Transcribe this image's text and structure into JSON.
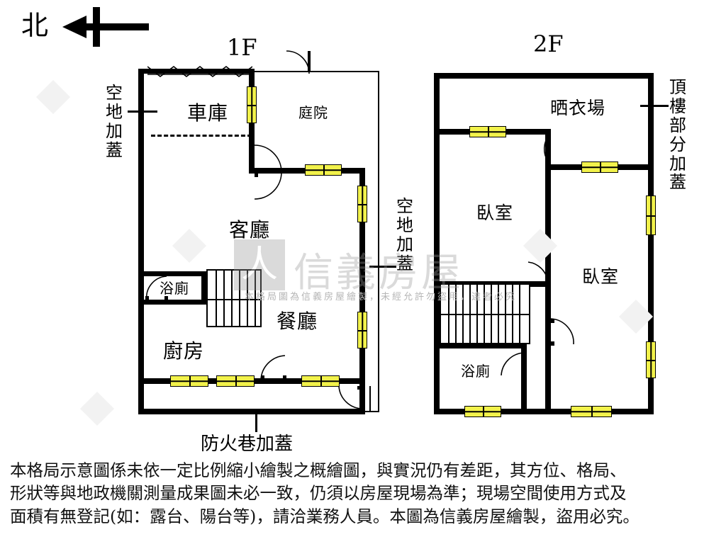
{
  "compass": {
    "label": "北",
    "icon": "north-arrow-icon",
    "direction": "left"
  },
  "floors": [
    {
      "id": "1F",
      "title": "1F",
      "rooms": [
        {
          "name": "車庫",
          "key": "garage"
        },
        {
          "name": "庭院",
          "key": "courtyard"
        },
        {
          "name": "客廳",
          "key": "living-room"
        },
        {
          "name": "餐廳",
          "key": "dining-room"
        },
        {
          "name": "廚房",
          "key": "kitchen"
        },
        {
          "name": "浴廁",
          "key": "bathroom"
        }
      ],
      "annotations": [
        {
          "key": "left-vacant-cover",
          "text": "空地加蓋",
          "chars": [
            "空",
            "地",
            "加",
            "蓋"
          ]
        },
        {
          "key": "right-vacant-cover",
          "text": "空地加蓋",
          "chars": [
            "空",
            "地",
            "加",
            "蓋"
          ]
        },
        {
          "key": "fire-lane-cover",
          "text": "防火巷加蓋"
        }
      ]
    },
    {
      "id": "2F",
      "title": "2F",
      "rooms": [
        {
          "name": "晒衣場",
          "key": "drying-area"
        },
        {
          "name": "臥室",
          "key": "bedroom-1"
        },
        {
          "name": "臥室",
          "key": "bedroom-2"
        },
        {
          "name": "浴廁",
          "key": "bathroom"
        }
      ],
      "annotations": [
        {
          "key": "rooftop-partial-cover",
          "text": "頂樓部分加蓋",
          "chars": [
            "頂",
            "樓",
            "部",
            "分",
            "加",
            "蓋"
          ]
        }
      ]
    }
  ],
  "watermark": {
    "brand": "信義房屋",
    "logo_glyph": "人",
    "note": "本格局圖為信義房屋繪製，未經允許勿盜用，違者必究"
  },
  "disclaimer": {
    "line1": "本格局示意圖係未依一定比例縮小繪製之概繪圖，與實況仍有差距，其方位、格局、",
    "line2": "形狀等與地政機關測量成果圖未必一致，仍須以房屋現場為準；現場空間使用方式及",
    "line3": "面積有無登記(如：露台、陽台等)，請洽業務人員。本圖為信義房屋繪製，盜用必究。"
  },
  "colors": {
    "wall": "#000000",
    "window": "#f2f24b",
    "background": "#ffffff",
    "watermark": "#9a9a9a"
  }
}
